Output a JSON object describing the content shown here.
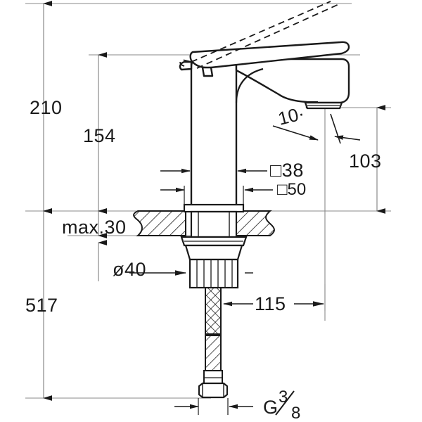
{
  "drawing": {
    "type": "technical-dimension-drawing",
    "subject": "single-lever basin mixer tap",
    "units": "mm",
    "line_color": "#1a1a1a",
    "thin_line_color": "#7a7a7a",
    "background": "#ffffff"
  },
  "dimensions": {
    "overall_height": "210",
    "body_height": "154",
    "spout_height": "103",
    "body_width_upper": "□38",
    "body_width_lower": "□50",
    "total_length": "517",
    "counter_thickness": "max.30",
    "shank_diameter": "ø40",
    "hose_length": "115",
    "thread_size_prefix": "G",
    "thread_numerator": "3",
    "thread_denominator": "8",
    "lever_angle": "10·"
  },
  "labels": {
    "dim_210": "210",
    "dim_154": "154",
    "dim_103": "103",
    "dim_38": "□38",
    "dim_50": "□50",
    "dim_517": "517",
    "dim_max30": "max.30",
    "dim_d40": "ø40",
    "dim_115": "115",
    "dim_angle": "10·",
    "thread_g": "G",
    "thread_num": "3",
    "thread_den": "8"
  }
}
